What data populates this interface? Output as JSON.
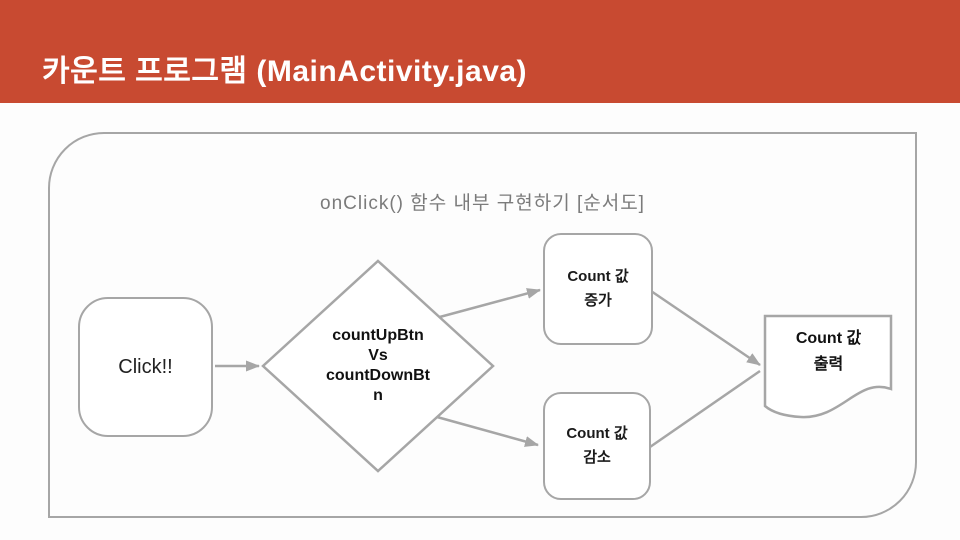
{
  "slide": {
    "title": "카운트 프로그램 (MainActivity.java)",
    "subtitle": "onClick() 함수 내부 구현하기 [순서도]"
  },
  "flowchart": {
    "start": {
      "label": "Click!!"
    },
    "decision": {
      "line1": "countUpBtn",
      "line2": "Vs",
      "line3": "countDownBtn"
    },
    "increase": {
      "line1": "Count 값",
      "line2": "증가"
    },
    "decrease": {
      "line1": "Count 값",
      "line2": "감소"
    },
    "output": {
      "line1": "Count 값",
      "line2": "출력"
    }
  },
  "colors": {
    "header_bg": "#c84a31",
    "title_text": "#ffffff",
    "subtitle_text": "#7b7b7b",
    "shape_border": "#a6a6a6",
    "node_text": "#1a1a1a"
  }
}
